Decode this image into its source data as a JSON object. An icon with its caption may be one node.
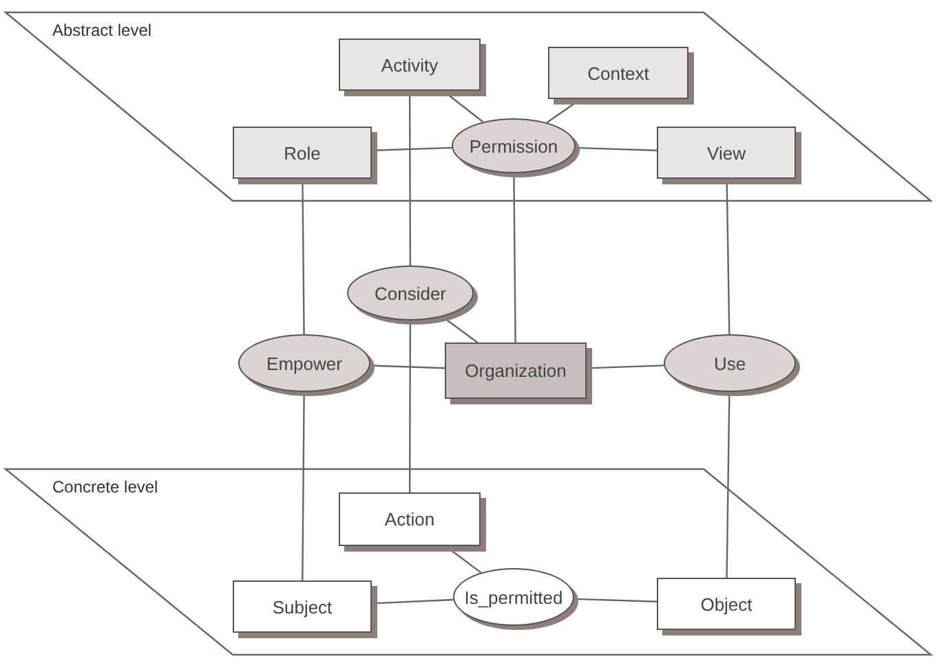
{
  "diagram": {
    "nodes": [
      {
        "text": [
          "Abstract level"
        ]
      },
      {
        "text": [
          "Activity"
        ],
        "in": 0
      },
      {
        "text": [
          "Context"
        ],
        "in": 0
      },
      {
        "text": [
          "Role"
        ],
        "in": 0
      },
      {
        "text": [
          "Permission"
        ],
        "in": 0
      },
      {
        "text": [
          "View"
        ],
        "in": 0
      },
      {
        "text": [
          "Consider"
        ]
      },
      {
        "text": [
          "Empower"
        ]
      },
      {
        "text": [
          "Organization"
        ]
      },
      {
        "text": [
          "Use"
        ]
      },
      {
        "text": [
          "Concrete level"
        ]
      },
      {
        "text": [
          "Action"
        ],
        "in": 10
      },
      {
        "text": [
          "Subject"
        ],
        "in": 10
      },
      {
        "text": [
          "Is_permitted"
        ],
        "in": 10
      },
      {
        "text": [
          "Object"
        ],
        "in": 10
      }
    ],
    "edges": [
      {
        "from": 1,
        "to": 4,
        "arrow": "none"
      },
      {
        "from": 2,
        "to": 4,
        "arrow": "none"
      },
      {
        "from": 3,
        "to": 4,
        "arrow": "none"
      },
      {
        "from": 4,
        "to": 5,
        "arrow": "none"
      },
      {
        "from": 3,
        "to": 7,
        "arrow": "none"
      },
      {
        "from": 1,
        "to": 6,
        "arrow": "none"
      },
      {
        "from": 4,
        "to": 8,
        "arrow": "none"
      },
      {
        "from": 6,
        "to": 8,
        "arrow": "none"
      },
      {
        "from": 7,
        "to": 8,
        "arrow": "none"
      },
      {
        "from": 8,
        "to": 9,
        "arrow": "none"
      },
      {
        "from": 5,
        "to": 9,
        "arrow": "none"
      },
      {
        "from": 7,
        "to": 12,
        "arrow": "none"
      },
      {
        "from": 6,
        "to": 11,
        "arrow": "none"
      },
      {
        "from": 9,
        "to": 14,
        "arrow": "none"
      },
      {
        "from": 11,
        "to": 13,
        "arrow": "none"
      },
      {
        "from": 12,
        "to": 13,
        "arrow": "none"
      },
      {
        "from": 13,
        "to": 14,
        "arrow": "none"
      }
    ]
  }
}
